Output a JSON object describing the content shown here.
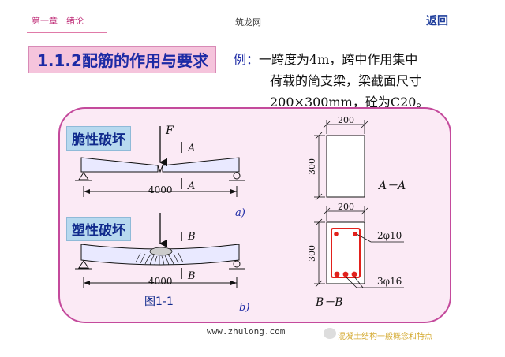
{
  "header": {
    "chapter": "第一章　绪论",
    "site": "筑龙网",
    "return_label": "返回"
  },
  "title": "1.1.2配筋的作用与要求",
  "example": {
    "label": "例：",
    "line1": "一跨度为4m，跨中作用集中",
    "line2": "荷载的简支梁，梁截面尺寸",
    "line3": "200×300mm，砼为C20。"
  },
  "figure": {
    "tag_brittle": "脆性破坏",
    "tag_ductile": "塑性破坏",
    "load_label": "F",
    "section_a": "A",
    "section_b": "B",
    "span": "4000",
    "sub_a": "a)",
    "sub_b": "b)",
    "caption": "图1-1",
    "width_dim": "200",
    "height_dim": "300",
    "section_aa": "A－A",
    "section_bb": "B－B",
    "rebar_top": "2φ10",
    "rebar_bottom": "3φ16"
  },
  "footer": {
    "url": "www.zhulong.com",
    "watermark_text": "混凝土结构一般概念和特点"
  },
  "colors": {
    "title_bg": "#f5c4dc",
    "title_text": "#1c2aa5",
    "panel_border": "#c44a9c",
    "panel_bg": "#fbeaf5",
    "tag_bg": "#b7d9ef",
    "rebar": "#e2211c"
  }
}
